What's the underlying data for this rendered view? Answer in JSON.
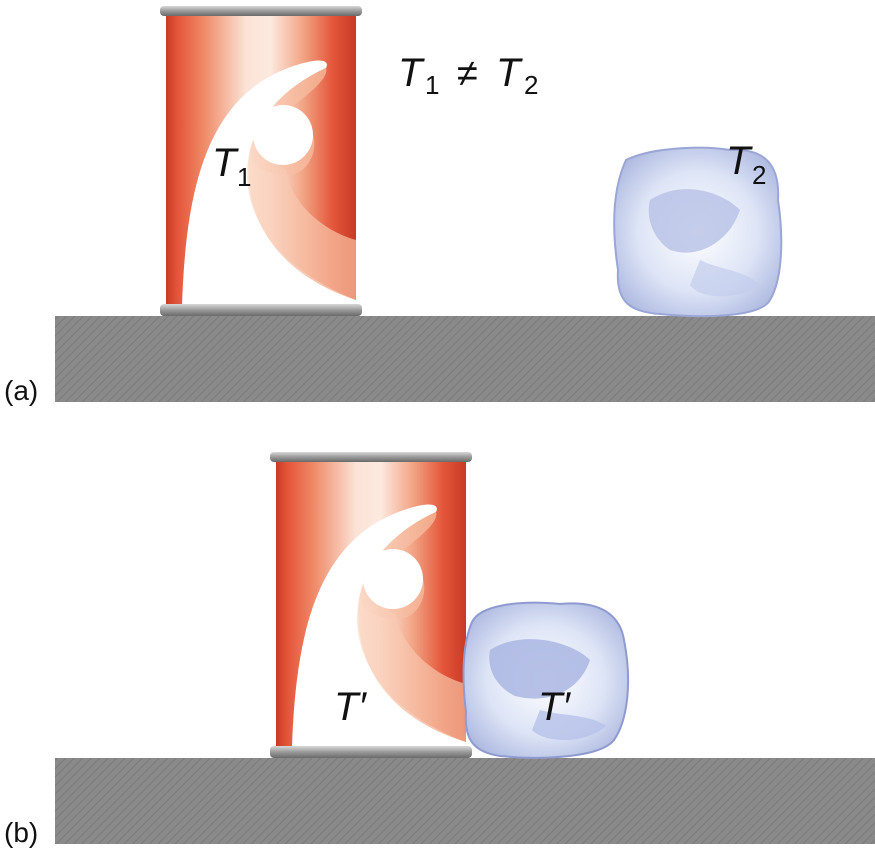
{
  "panel_a": {
    "label": "(a)",
    "equation": {
      "lhs": "T",
      "lhs_sub": "1",
      "op": "≠",
      "rhs": "T",
      "rhs_sub": "2"
    },
    "can_label": {
      "base": "T",
      "sub": "1"
    },
    "ice_label": {
      "base": "T",
      "sub": "2"
    }
  },
  "panel_b": {
    "label": "(b)",
    "can_label": "T′",
    "ice_label": "T′"
  },
  "colors": {
    "can_red": "#e04a32",
    "can_light": "#f6c4a8",
    "ground": "#8a8a8a",
    "ice": "#c9d3ee"
  }
}
